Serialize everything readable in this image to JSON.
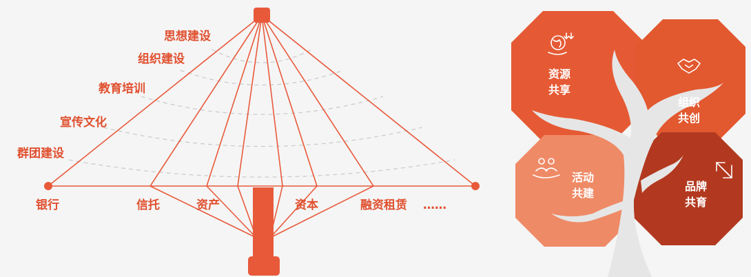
{
  "colors": {
    "accent": "#e8593a",
    "accent_text": "#e0502f",
    "tile_resource": "#e55a34",
    "tile_org": "#e2582f",
    "tile_activity": "#ef8a66",
    "tile_brand": "#b2391f",
    "trunk": "#e6e6e6",
    "background": "#f5f5f5"
  },
  "umbrella": {
    "rings": [
      "思想建设",
      "组织建设",
      "教育培训",
      "宣传文化",
      "群团建设"
    ],
    "base": [
      "银行",
      "信托",
      "资产",
      "资本",
      "融资租赁",
      "……"
    ]
  },
  "tree": {
    "tiles": [
      {
        "key": "resource",
        "line1": "资源",
        "line2": "共享",
        "icon": "globe-hand-icon"
      },
      {
        "key": "org",
        "line1": "组织",
        "line2": "共创",
        "icon": "handshake-icon"
      },
      {
        "key": "activity",
        "line1": "活动",
        "line2": "共建",
        "icon": "people-hand-icon"
      },
      {
        "key": "brand",
        "line1": "品牌",
        "line2": "共育",
        "icon": "exchange-arrows-icon"
      }
    ]
  }
}
